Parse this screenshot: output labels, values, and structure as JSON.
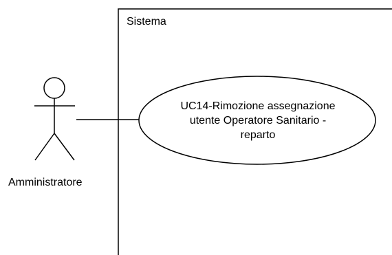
{
  "diagram": {
    "system": {
      "label": "Sistema"
    },
    "actor": {
      "label": "Amministratore"
    },
    "use_case": {
      "lines": [
        "UC14-Rimozione assegnazione",
        "utente Operatore Sanitario -",
        "reparto"
      ]
    },
    "colors": {
      "stroke": "#000000",
      "fill": "#ffffff",
      "text": "#000000"
    }
  }
}
